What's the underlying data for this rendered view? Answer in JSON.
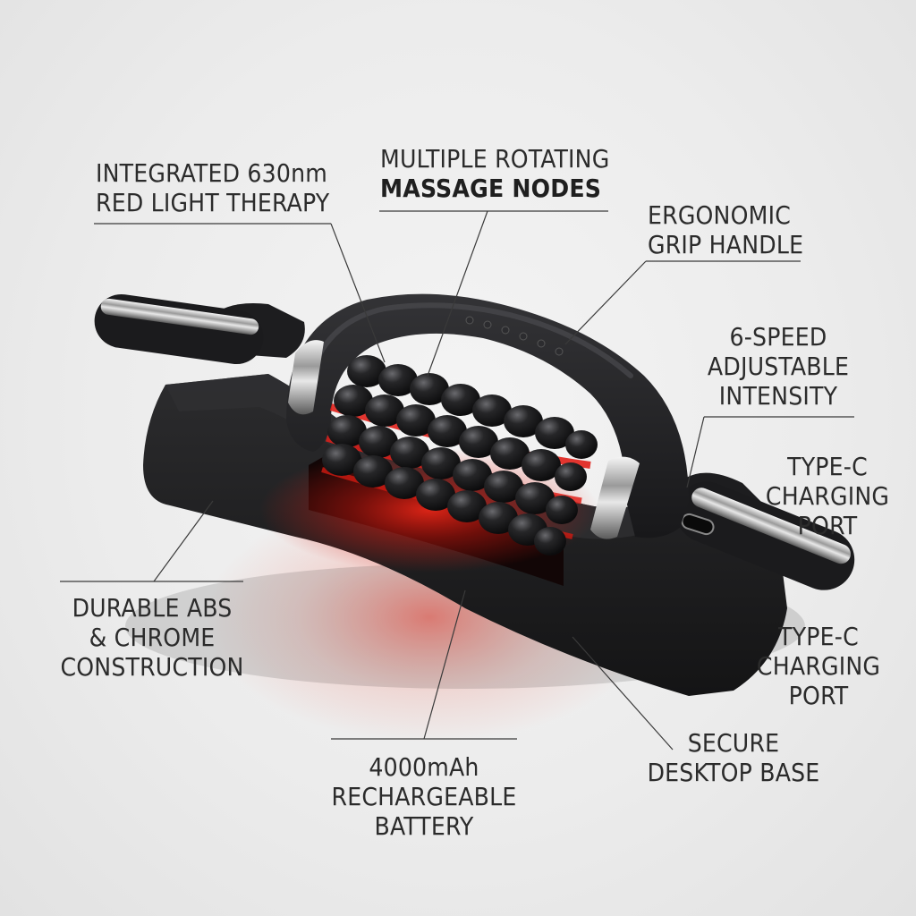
{
  "product": {
    "callouts": {
      "red_light": {
        "line1": "INTEGRATED 630nm",
        "line2": "RED LIGHT THERAPY"
      },
      "massage_nodes": {
        "line1": "MULTIPLE ROTATING",
        "line2": "MASSAGE NODES"
      },
      "grip": {
        "line1": "ERGONOMIC",
        "line2": "GRIP HANDLE"
      },
      "speed": {
        "line1": "6-SPEED",
        "line2": "ADJUSTABLE",
        "line3": "INTENSITY"
      },
      "charging_port_1": {
        "line1": "TYPE-C",
        "line2": "CHARGING",
        "line3": "PORT"
      },
      "charging_port_2": {
        "line1": "TYPE-C",
        "line2": "CHARGING",
        "line3": "PORT"
      },
      "construction": {
        "line1": "DURABLE ABS",
        "line2": "& CHROME",
        "line3": "CONSTRUCTION"
      },
      "base": {
        "line1": "SECURE",
        "line2": "DESKTOP BASE"
      },
      "battery": {
        "line1": "4000mAh",
        "line2": "RECHARGEABLE",
        "line3": "BATTERY"
      }
    },
    "colors": {
      "body": "#1c1c1e",
      "accent_red": "#e0201a",
      "chrome": "#c9c9c9",
      "leader_line": "#3a3a3a"
    }
  }
}
